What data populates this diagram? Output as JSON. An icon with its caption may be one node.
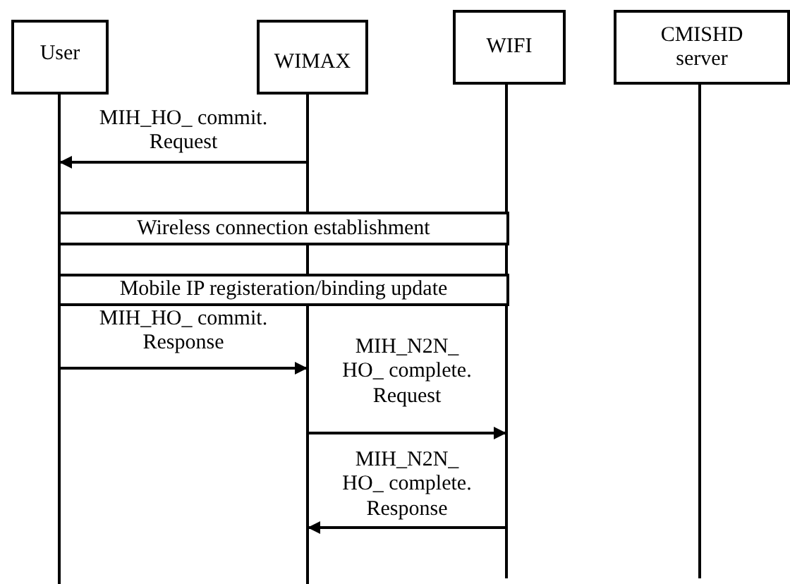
{
  "diagram": {
    "nodes": [
      {
        "text": [
          "User"
        ]
      },
      {
        "text": [
          "WIMAX"
        ]
      },
      {
        "text": [
          "WIFI"
        ]
      },
      {
        "text": [
          "CMISHD server"
        ]
      },
      {
        "text": [
          "Wireless connection establishment"
        ]
      },
      {
        "text": [
          "Mobile IP registeration/binding update"
        ]
      }
    ],
    "edges": [
      {
        "from": 1,
        "to": 0,
        "arrow": "to",
        "label": "MIH_HO_ commit. Request"
      },
      {
        "from": 0,
        "to": 1,
        "arrow": "to",
        "label": "MIH_HO_ commit. Response"
      },
      {
        "from": 1,
        "to": 2,
        "arrow": "to",
        "label": "MIH_N2N_ HO_ complete. Request"
      },
      {
        "from": 2,
        "to": 1,
        "arrow": "to",
        "label": "MIH_N2N_ HO_ complete. Response"
      }
    ]
  }
}
